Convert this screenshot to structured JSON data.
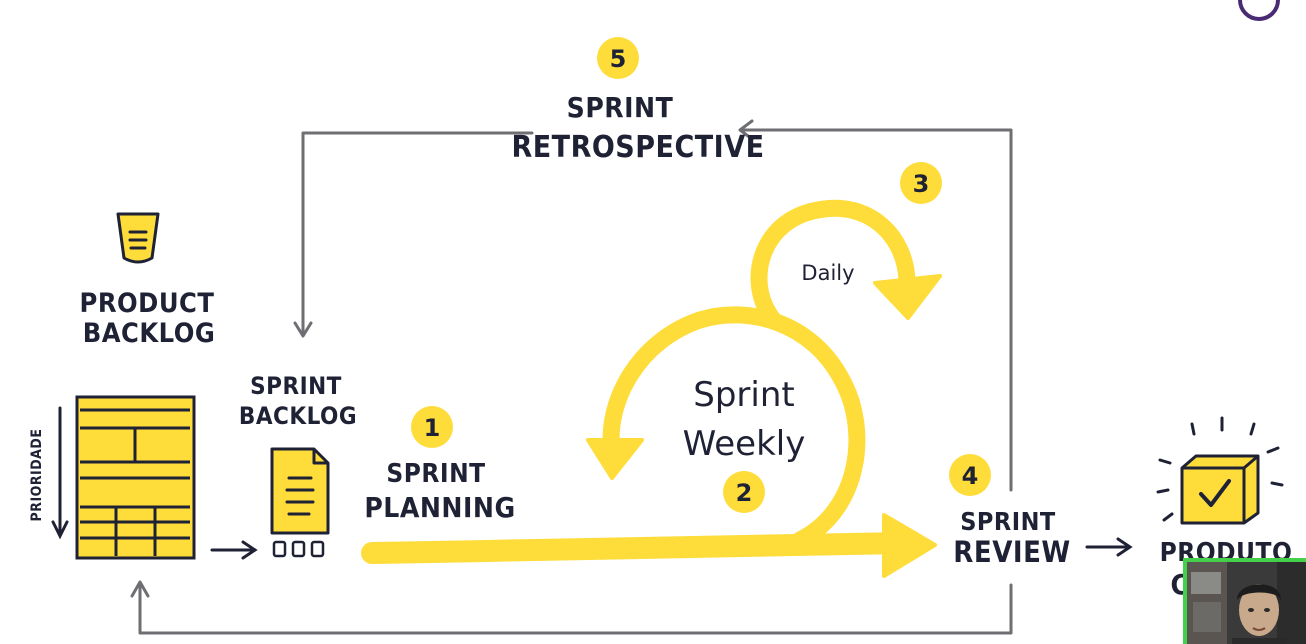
{
  "diagram": {
    "product_backlog": {
      "line1": "PRODUCT",
      "line2": "BACKLOG",
      "axis_label": "PRIORIDADE"
    },
    "sprint_backlog": {
      "line1": "SPRINT",
      "line2": "BACKLOG"
    },
    "sprint_planning": {
      "number": "1",
      "line1": "SPRINT",
      "line2": "PLANNING"
    },
    "sprint": {
      "number": "2",
      "line1": "Sprint",
      "line2": "Weekly"
    },
    "daily": {
      "number": "3",
      "label": "Daily"
    },
    "sprint_review": {
      "number": "4",
      "line1": "SPRINT",
      "line2": "REVIEW"
    },
    "sprint_retrospective": {
      "number": "5",
      "line1": "SPRINT",
      "line2": "RETROSPECTIVE"
    },
    "produto": {
      "line1": "PRODUTO",
      "line2": "C"
    }
  },
  "colors": {
    "accent_yellow": "#fedd3a",
    "ink": "#1f2235",
    "arrow_gray": "#6e6e73",
    "webcam_border": "#44d04a",
    "badge_purple": "#4a2a73"
  },
  "icons": [
    "bucket-icon",
    "document-icon",
    "box-icon",
    "checkmark-icon"
  ]
}
